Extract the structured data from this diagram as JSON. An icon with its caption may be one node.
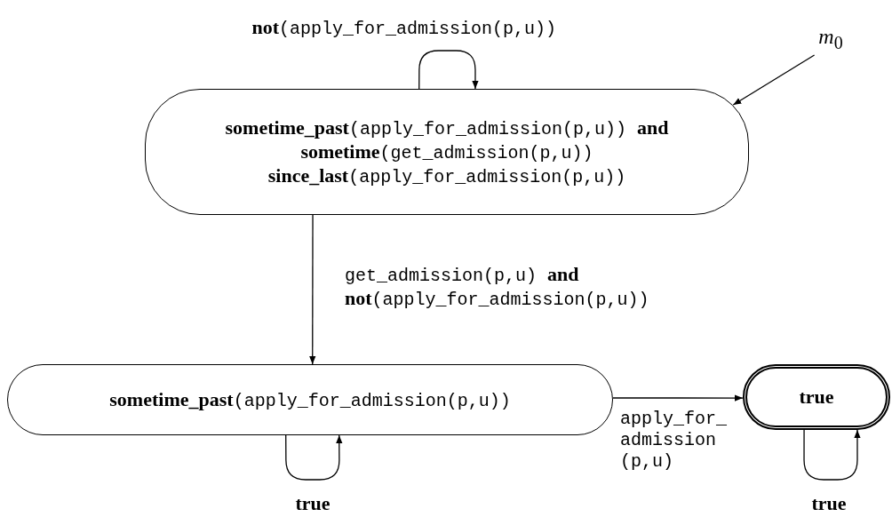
{
  "diagram": {
    "nodes": [
      {
        "text": [
          "*m*$_{0}$"
        ]
      },
      {
        "text": [
          "**sometime_past**(apply_for_admission(p,u)) **and sometime**(get_admission(p,u)) **since_last**(apply_for_admission(p,u))"
        ]
      },
      {
        "text": [
          "**sometime_past**(apply_for_admission(p,u))"
        ]
      },
      {
        "text": [
          "true"
        ]
      }
    ],
    "edges": [
      {
        "from": 1,
        "to": 1,
        "arrow": "to",
        "label": "**not**(apply_for_admission(p,u))"
      },
      {
        "from": 0,
        "to": 1,
        "arrow": "to"
      },
      {
        "from": 1,
        "to": 2,
        "arrow": "to",
        "label": "get_admission(p,u) **and** **not**(apply_for_admission(p,u))"
      },
      {
        "from": 2,
        "to": 2,
        "arrow": "to",
        "label": "true"
      },
      {
        "from": 2,
        "to": 3,
        "arrow": "to",
        "label": "apply_for_ admission (p,u)"
      },
      {
        "from": 3,
        "to": 3,
        "arrow": "to",
        "label": "true"
      }
    ]
  }
}
